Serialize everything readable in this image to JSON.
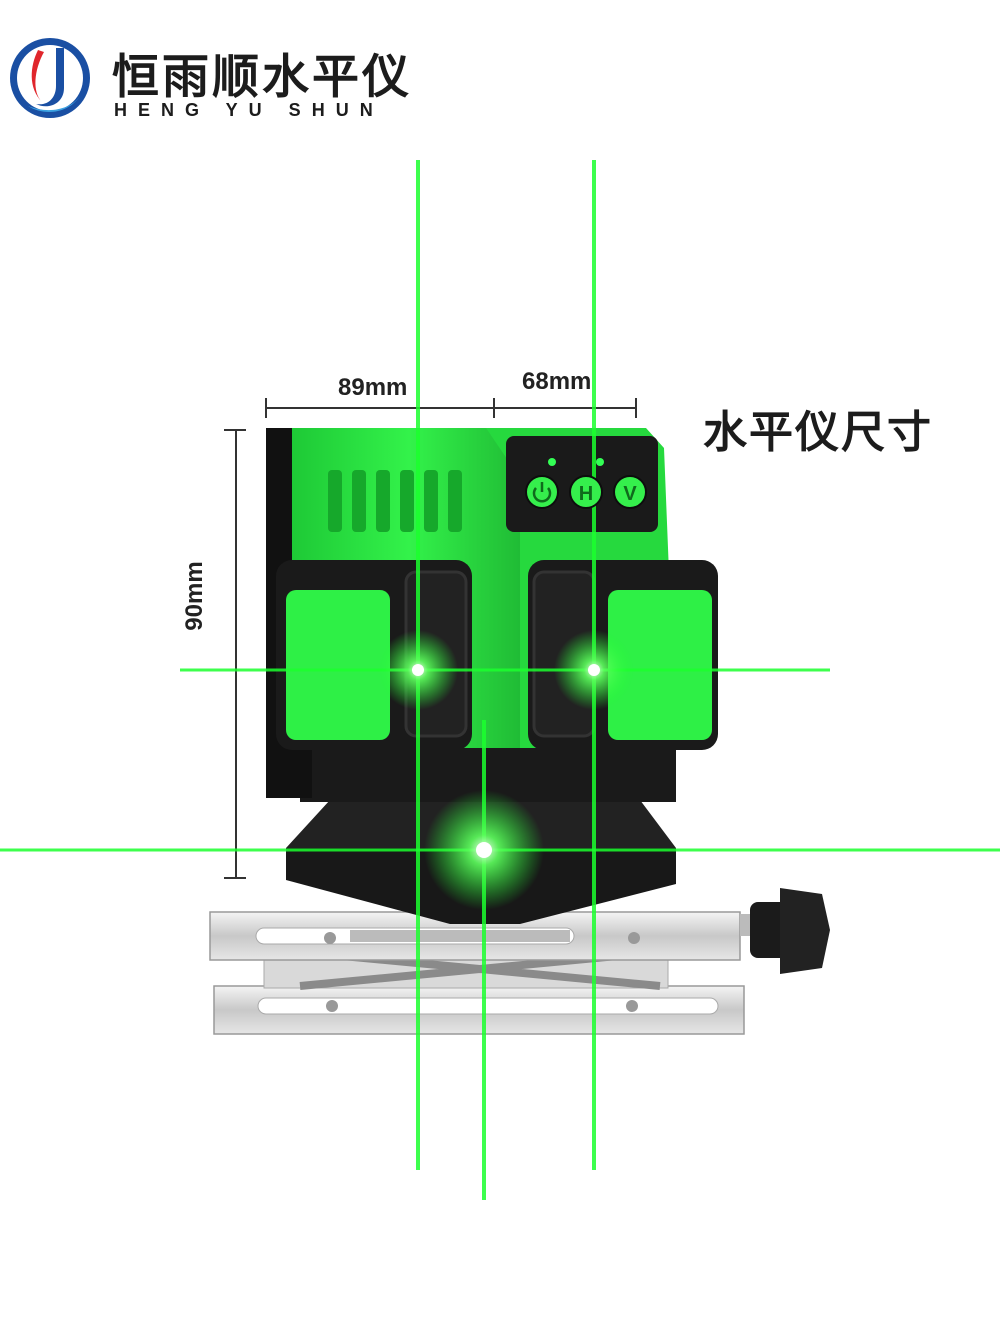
{
  "brand": {
    "name": "恒雨顺水平仪",
    "name_en": "HENG YU SHUN",
    "logo_icon": "brand-logo-icon"
  },
  "title": "水平仪尺寸",
  "dimensions": {
    "width_left": "89mm",
    "width_right": "68mm",
    "height": "90mm"
  },
  "buttons": {
    "power_icon": "power-icon",
    "h_label": "H",
    "v_label": "V"
  },
  "colors": {
    "laser": "#1bff2e",
    "body_green": "#23e53c",
    "housing_dark": "#141414",
    "logo_blue": "#1a4fa3",
    "logo_red": "#e0262c"
  }
}
